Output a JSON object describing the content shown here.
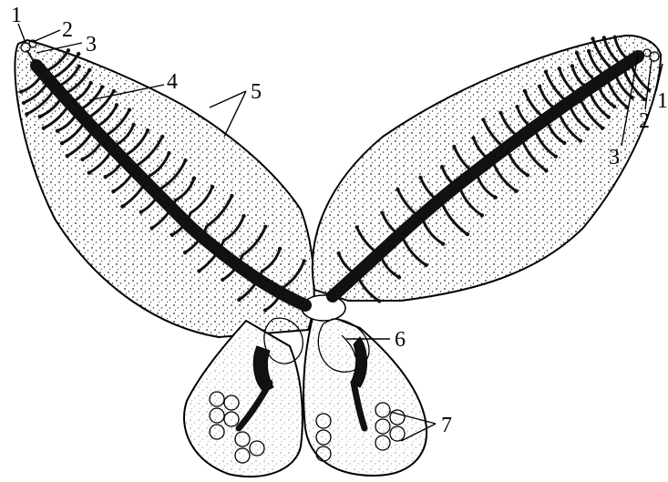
{
  "labels": {
    "l1_left": "1",
    "l2_left": "2",
    "l3_left": "3",
    "l4": "4",
    "l5": "5",
    "l1_right": "1",
    "l2_right": "2",
    "l3_right": "3",
    "l6": "6",
    "l7": "7"
  }
}
